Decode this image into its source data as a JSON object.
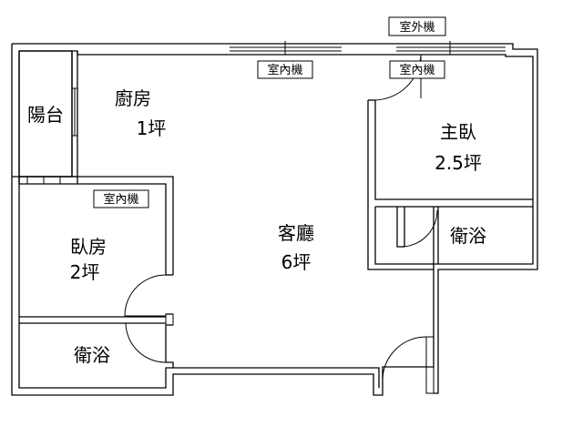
{
  "rooms": {
    "balcony": {
      "name": "陽台"
    },
    "kitchen": {
      "name": "廚房",
      "area": "1坪"
    },
    "master_bedroom": {
      "name": "主臥",
      "area": "2.5坪"
    },
    "master_bath": {
      "name": "衛浴"
    },
    "bedroom": {
      "name": "臥房",
      "area": "2坪"
    },
    "living_room": {
      "name": "客廳",
      "area": "6坪"
    },
    "bathroom": {
      "name": "衛浴"
    }
  },
  "ac_units": {
    "outdoor": "室外機",
    "indoor_kitchen": "室內機",
    "indoor_master": "室內機",
    "indoor_bedroom": "室內機"
  }
}
